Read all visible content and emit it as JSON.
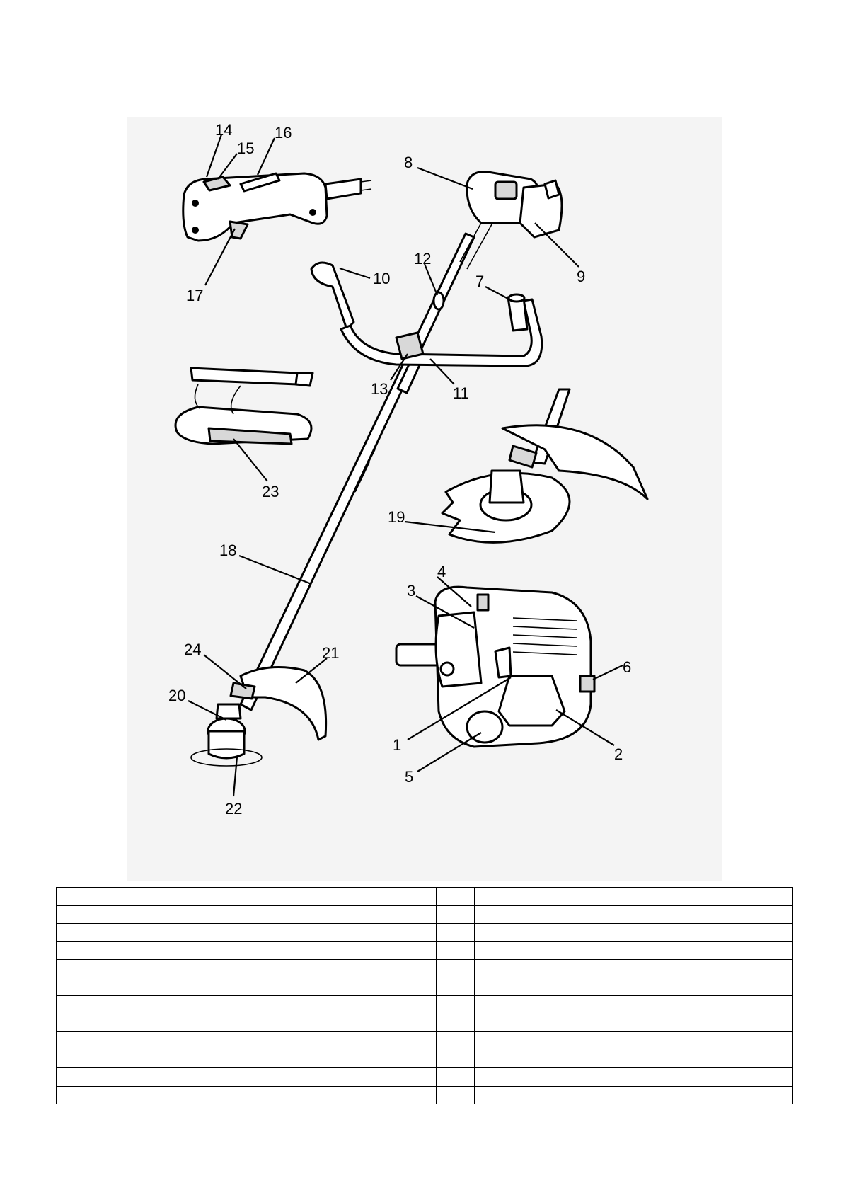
{
  "figure": {
    "callouts": [
      "1",
      "2",
      "3",
      "4",
      "5",
      "6",
      "7",
      "8",
      "9",
      "10",
      "11",
      "12",
      "13",
      "14",
      "15",
      "16",
      "17",
      "18",
      "19",
      "20",
      "21",
      "22",
      "23",
      "24"
    ]
  },
  "parts_table": {
    "rows": [
      {
        "left_num": "",
        "left_name": "",
        "right_num": "",
        "right_name": ""
      },
      {
        "left_num": "",
        "left_name": "",
        "right_num": "",
        "right_name": ""
      },
      {
        "left_num": "",
        "left_name": "",
        "right_num": "",
        "right_name": ""
      },
      {
        "left_num": "",
        "left_name": "",
        "right_num": "",
        "right_name": ""
      },
      {
        "left_num": "",
        "left_name": "",
        "right_num": "",
        "right_name": ""
      },
      {
        "left_num": "",
        "left_name": "",
        "right_num": "",
        "right_name": ""
      },
      {
        "left_num": "",
        "left_name": "",
        "right_num": "",
        "right_name": ""
      },
      {
        "left_num": "",
        "left_name": "",
        "right_num": "",
        "right_name": ""
      },
      {
        "left_num": "",
        "left_name": "",
        "right_num": "",
        "right_name": ""
      },
      {
        "left_num": "",
        "left_name": "",
        "right_num": "",
        "right_name": ""
      },
      {
        "left_num": "",
        "left_name": "",
        "right_num": "",
        "right_name": ""
      },
      {
        "left_num": "",
        "left_name": "",
        "right_num": "",
        "right_name": ""
      }
    ]
  }
}
